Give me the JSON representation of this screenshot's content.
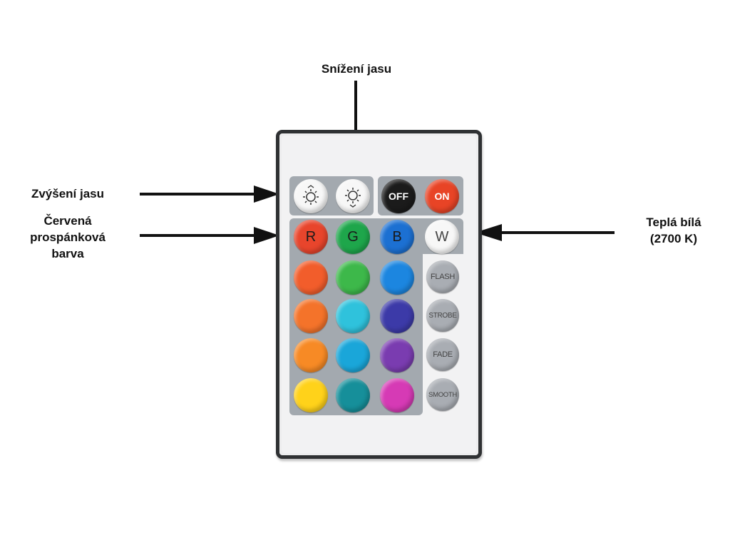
{
  "callouts": {
    "snizeni": "Snížení jasu",
    "zvyseni": "Zvýšení jasu",
    "cervena": [
      "Červená",
      "prospánková",
      "barva"
    ],
    "tepla": [
      "Teplá bílá",
      "(2700 K)"
    ]
  },
  "remote": {
    "top_row": [
      {
        "name": "brightness-up-button",
        "icon": "sun-arrows-up-icon",
        "label": ""
      },
      {
        "name": "brightness-down-button",
        "icon": "sun-arrows-down-icon",
        "label": ""
      },
      {
        "name": "off-button",
        "label": "OFF",
        "color": "#1b1b1b"
      },
      {
        "name": "on-button",
        "label": "ON",
        "color": "#e84426"
      }
    ],
    "rgbw": [
      {
        "label": "R",
        "color": "#e8452c"
      },
      {
        "label": "G",
        "color": "#1ea64b"
      },
      {
        "label": "B",
        "color": "#1c70d2"
      },
      {
        "label": "W",
        "color": "#f7f7f7"
      }
    ],
    "color_grid": [
      [
        "#f25d2b",
        "#3db84a",
        "#1c86e0"
      ],
      [
        "#f4732a",
        "#2fc2dc",
        "#3c3aa8"
      ],
      [
        "#f78a25",
        "#1aa6d9",
        "#7a3cb0"
      ],
      [
        "#ffd21a",
        "#168f9a",
        "#d63ab5"
      ]
    ],
    "side_buttons": [
      "FLASH",
      "STROBE",
      "FADE",
      "SMOOTH"
    ],
    "side_color": "#a9adb3",
    "panel_color": "#a3a9af"
  }
}
